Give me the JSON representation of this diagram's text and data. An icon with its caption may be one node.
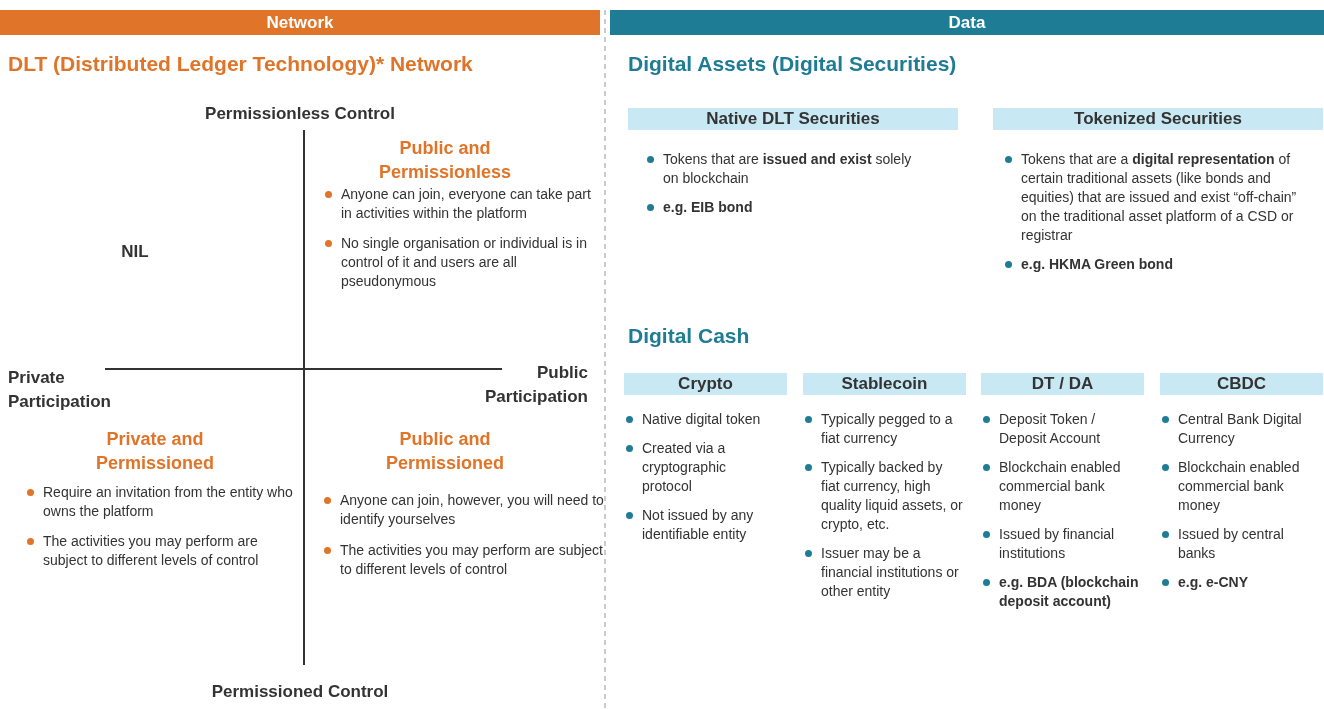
{
  "diagram": {
    "nodes": [
      {
        "text": [
          "Network"
        ]
      },
      {
        "text": [
          "Data"
        ]
      },
      {
        "text": [
          "Native DLT Securities"
        ]
      },
      {
        "text": [
          "Tokenized Securities"
        ]
      },
      {
        "text": [
          "Crypto"
        ]
      },
      {
        "text": [
          "Stablecoin"
        ]
      },
      {
        "text": [
          "DT / DA"
        ]
      },
      {
        "text": [
          "CBDC"
        ]
      }
    ],
    "edges": [],
    "labels": [
      "DLT (Distributed Ledger Technology)* Network",
      "Permissionless Control",
      "Public and Permissionless",
      "Anyone can join, everyone can take part in activities within the platform",
      "No single organisation or individual is in control of it and users are all pseudonymous",
      "NIL",
      "Private Participation",
      "Public Participation",
      "Private and Permissioned",
      "Require an invitation from the entity who owns the platform",
      "The activities you may perform are subject to different levels of control",
      "Public and Permissioned",
      "Anyone can join, however, you will need to identify yourselves",
      "The activities you may perform are subject to different levels of control",
      "Permissioned Control",
      "Digital Assets (Digital Securities)",
      "Tokens that are **issued and exist** solely on blockchain",
      "e.g. EIB bond",
      "Tokens that are a **digital representation** of certain traditional assets (like bonds and equities) that are issued and exist “off-chain” on the traditional asset platform of a CSD or registrar",
      "e.g. HKMA Green bond",
      "Digital Cash",
      "Native digital token",
      "Created via a cryptographic protocol",
      "Not issued by any identifiable entity",
      "Typically pegged to a fiat currency",
      "Typically backed by fiat currency, high quality liquid assets, or crypto, etc.",
      "Issuer may be a financial institutions or other entity",
      "Deposit Token / Deposit Account",
      "Blockchain enabled commercial bank money",
      "Issued by financial institutions",
      "e.g. BDA (blockchain deposit account)",
      "Central Bank Digital Currency",
      "Blockchain enabled commercial bank money",
      "Issued by central banks",
      "e.g. e-CNY"
    ]
  }
}
